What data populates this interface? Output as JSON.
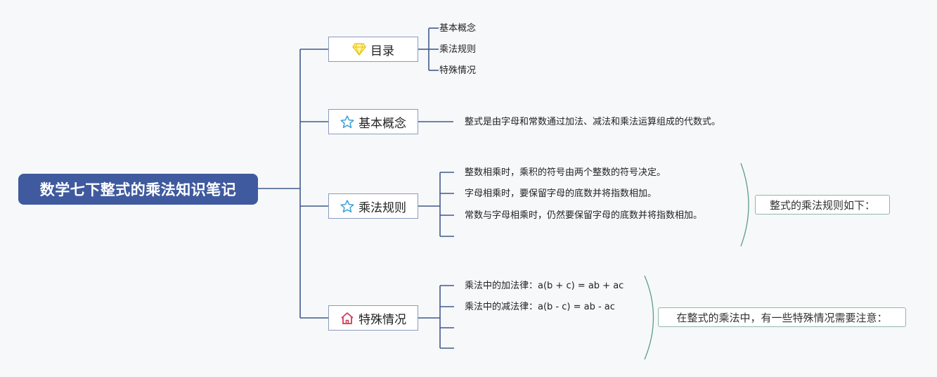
{
  "root": {
    "title": "数学七下整式的乘法知识笔记"
  },
  "topics": [
    {
      "label": "目录",
      "icon": "diamond-icon",
      "items": [
        "基本概念",
        "乘法规则",
        "特殊情况"
      ]
    },
    {
      "label": "基本概念",
      "icon": "star-icon",
      "items": [
        "整式是由字母和常数通过加法、减法和乘法运算组成的代数式。"
      ]
    },
    {
      "label": "乘法规则",
      "icon": "star-icon",
      "items": [
        "整数相乘时，乘积的符号由两个整数的符号决定。",
        "字母相乘时，要保留字母的底数并将指数相加。",
        "常数与字母相乘时，仍然要保留字母的底数并将指数相加。"
      ],
      "summary": "整式的乘法规则如下："
    },
    {
      "label": "特殊情况",
      "icon": "home-icon",
      "items": [
        "乘法中的加法律：a(b + c) = ab + ac",
        "乘法中的减法律：a(b - c) = ab - ac"
      ],
      "summary": "在整式的乘法中，有一些特殊情况需要注意："
    }
  ],
  "colors": {
    "line": "#3f5a8e",
    "root_bg": "#3f5a9e",
    "summary_curve": "#5a9e8a",
    "diamond": "#f2d21a",
    "star": "#3aa0d8",
    "home": "#d23a5a"
  }
}
